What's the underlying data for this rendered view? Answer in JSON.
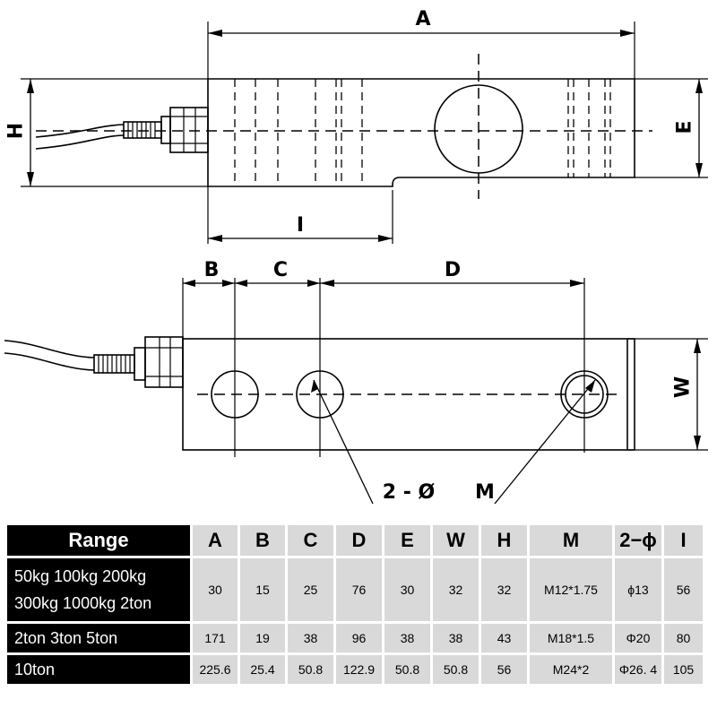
{
  "drawing": {
    "top_view_labels": {
      "A": "A",
      "H": "H",
      "E": "E",
      "I": "I"
    },
    "front_view_labels": {
      "B": "B",
      "C": "C",
      "D": "D",
      "W": "W"
    },
    "callouts": {
      "holes": "2 - Ø",
      "thread": "M"
    }
  },
  "table": {
    "headers": [
      "Range",
      "A",
      "B",
      "C",
      "D",
      "E",
      "W",
      "H",
      "M",
      "2−ϕ",
      "I"
    ],
    "rows": [
      {
        "range": [
          "50kg 100kg  200kg",
          "300kg 1000kg 2ton"
        ],
        "values": [
          "30",
          "15",
          "25",
          "76",
          "30",
          "32",
          "32",
          "M12*1.75",
          "ϕ13",
          "56"
        ]
      },
      {
        "range": [
          "2ton 3ton 5ton"
        ],
        "values": [
          "171",
          "19",
          "38",
          "96",
          "38",
          "38",
          "43",
          "M18*1.5",
          "Φ20",
          "80"
        ]
      },
      {
        "range": [
          "10ton"
        ],
        "values": [
          "225.6",
          "25.4",
          "50.8",
          "122.9",
          "50.8",
          "50.8",
          "56",
          "M24*2",
          "Φ26. 4",
          "105"
        ]
      }
    ]
  }
}
